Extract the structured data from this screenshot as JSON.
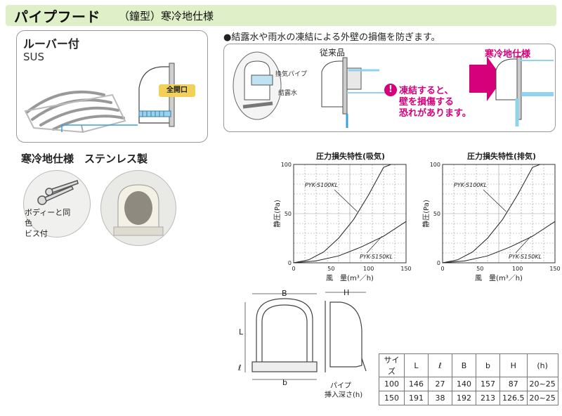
{
  "header": {
    "title": "パイプフード",
    "subtitle": "（鐘型）寒冷地仕様"
  },
  "louver": {
    "title": "ルーバー付",
    "material": "SUS",
    "badge": "全開口"
  },
  "note": {
    "bullet": "●結露水や雨水の凍結による外壁の損傷を防ぎます。"
  },
  "comparison": {
    "conventional": "従来品",
    "cold": "寒冷地仕様",
    "exhaust_pipe": "換気パイプ",
    "condensation": "結露水",
    "warning_icon": "!",
    "warning": [
      "凍結すると、",
      "壁を損傷する",
      "恐れがあります。"
    ]
  },
  "product": {
    "section_title": "寒冷地仕様　ステンレス製",
    "screw_caption": [
      "ボディーと同色",
      "ビス付"
    ]
  },
  "colors": {
    "title_bg": "#dff0c8",
    "accent_magenta": "#d6007a",
    "badge_yellow": "#f2d15a",
    "water_blue": "#8fd3ee"
  },
  "chart_data": [
    {
      "type": "line",
      "title": "圧力損失特性(吸気)",
      "xlabel": "風　量(m³／h)",
      "ylabel": "静圧(Pa)",
      "xlim": [
        0,
        150
      ],
      "ylim": [
        0,
        100
      ],
      "xticks": [
        0,
        50,
        100,
        150
      ],
      "yticks": [
        0,
        50,
        100
      ],
      "grid": true,
      "series": [
        {
          "name": "PYK-S100KL",
          "x": [
            0,
            20,
            40,
            60,
            80,
            100,
            120,
            130
          ],
          "y": [
            0,
            3,
            11,
            25,
            44,
            69,
            97,
            100
          ]
        },
        {
          "name": "PYK-S150KL",
          "x": [
            0,
            30,
            60,
            90,
            120,
            150
          ],
          "y": [
            0,
            2,
            7,
            16,
            27,
            42
          ]
        }
      ]
    },
    {
      "type": "line",
      "title": "圧力損失特性(排気)",
      "xlabel": "風　量(m³／h)",
      "ylabel": "静圧(Pa)",
      "xlim": [
        0,
        150
      ],
      "ylim": [
        0,
        100
      ],
      "xticks": [
        0,
        50,
        100,
        150
      ],
      "yticks": [
        0,
        50,
        100
      ],
      "grid": true,
      "series": [
        {
          "name": "PYK-S100KL",
          "x": [
            0,
            20,
            40,
            60,
            80,
            100,
            120,
            130
          ],
          "y": [
            0,
            3,
            11,
            25,
            44,
            69,
            97,
            100
          ]
        },
        {
          "name": "PYK-S150KL",
          "x": [
            0,
            30,
            60,
            90,
            120,
            150
          ],
          "y": [
            0,
            2,
            7,
            16,
            27,
            42
          ]
        }
      ]
    }
  ],
  "dimensions": {
    "B": "B",
    "H": "H",
    "L": "L",
    "l": "ℓ",
    "b": "b",
    "pipe_depth": [
      "パイプ",
      "挿入深さ(h)"
    ]
  },
  "spec_table": {
    "headers": [
      "サイズ",
      "L",
      "ℓ",
      "B",
      "b",
      "H",
      "(h)"
    ],
    "rows": [
      [
        "100",
        "146",
        "27",
        "140",
        "157",
        "87",
        "20~25"
      ],
      [
        "150",
        "191",
        "38",
        "192",
        "213",
        "126.5",
        "20~25"
      ]
    ]
  }
}
